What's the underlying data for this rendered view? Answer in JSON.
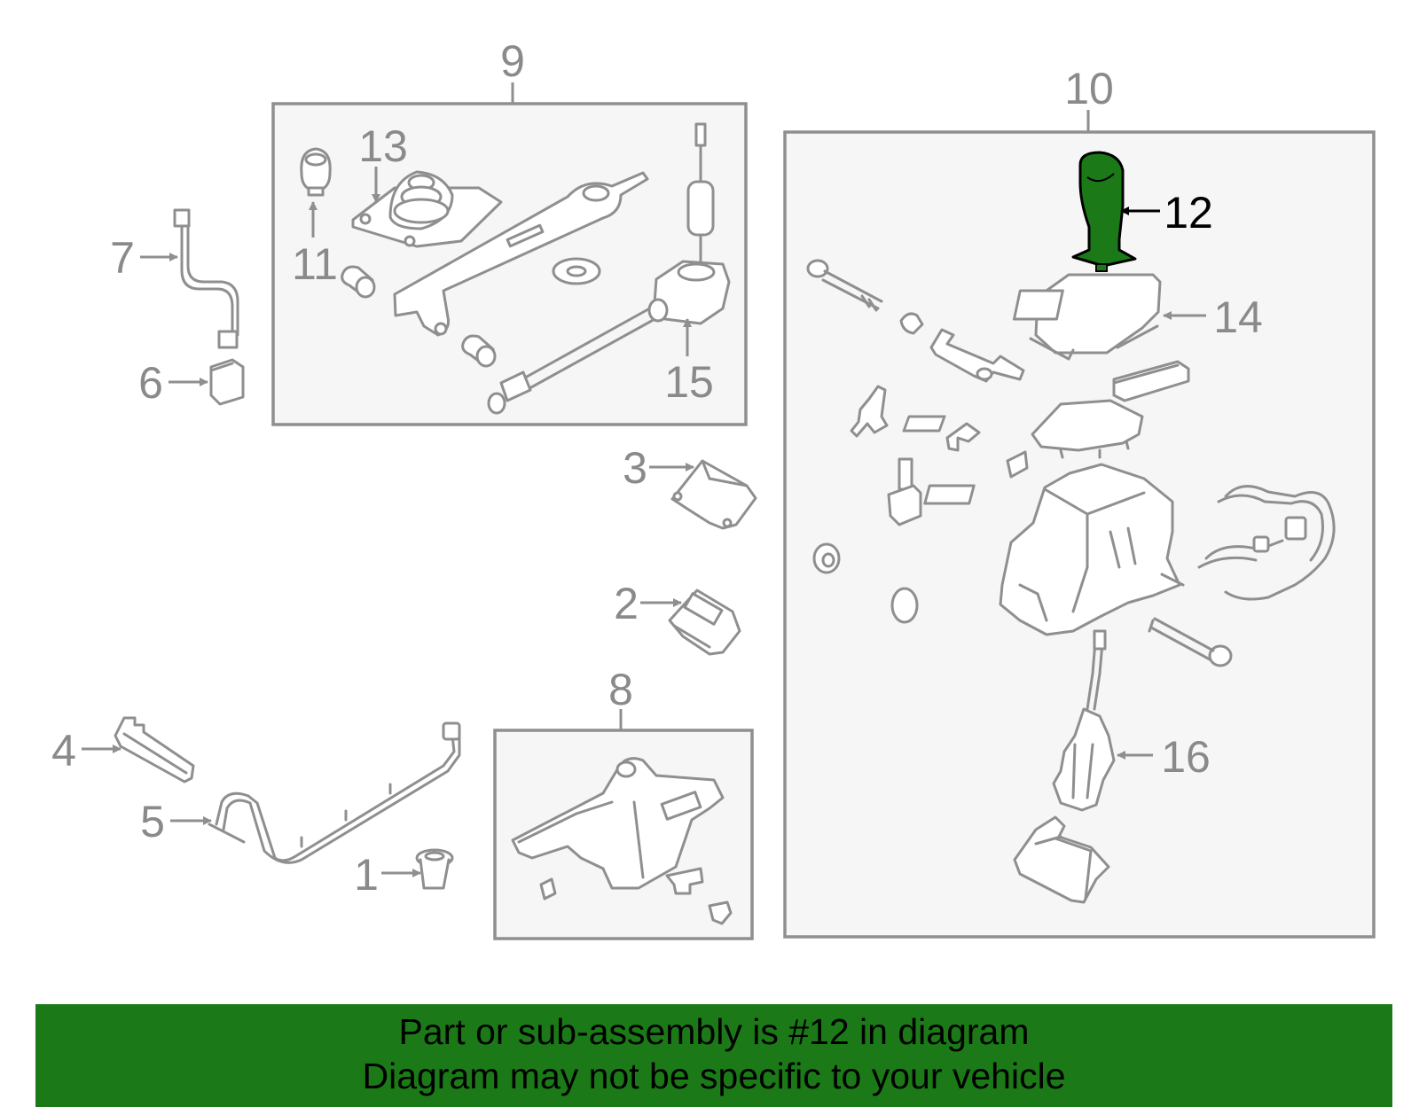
{
  "callouts": {
    "c1": "1",
    "c2": "2",
    "c3": "3",
    "c4": "4",
    "c5": "5",
    "c6": "6",
    "c7": "7",
    "c8": "8",
    "c9": "9",
    "c10": "10",
    "c11": "11",
    "c12": "12",
    "c13": "13",
    "c14": "14",
    "c15": "15",
    "c16": "16"
  },
  "highlight": {
    "part_number": "12",
    "color": "#1b7a17"
  },
  "colors": {
    "line": "#8f8f8f",
    "box_fill": "#f6f6f6",
    "banner": "#1b7a17"
  },
  "banner": {
    "line1": "Part or sub-assembly is #12 in diagram",
    "line2": "Diagram may not be specific to your vehicle"
  }
}
